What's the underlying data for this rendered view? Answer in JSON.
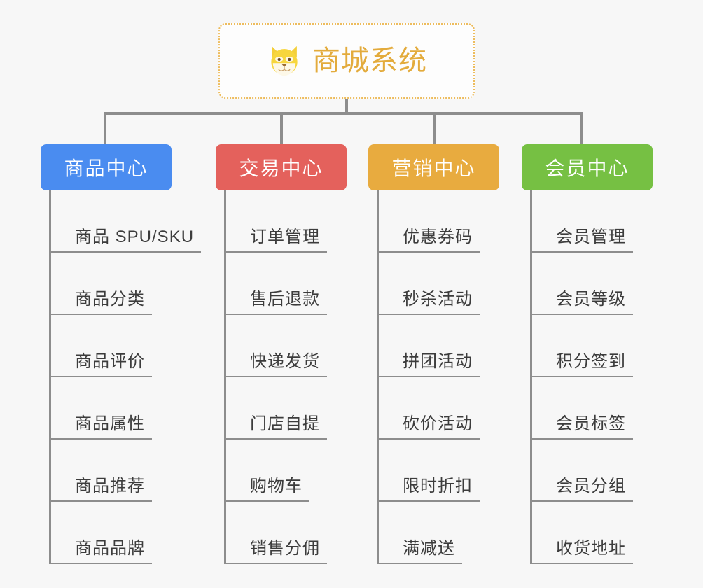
{
  "page": {
    "background_color": "#f7f7f7",
    "line_color": "#8d8d8d"
  },
  "root": {
    "title": "商城系统",
    "icon": "dog-face-emoji",
    "text_color": "#e3ab3c",
    "border_color": "#edbc5d",
    "background_color": "#fdfdfd"
  },
  "columns": [
    {
      "title": "商品中心",
      "color": "#4a8cf0",
      "color_class": "blue",
      "items": [
        "商品 SPU/SKU",
        "商品分类",
        "商品评价",
        "商品属性",
        "商品推荐",
        "商品品牌"
      ]
    },
    {
      "title": "交易中心",
      "color": "#e4615c",
      "color_class": "red",
      "items": [
        "订单管理",
        "售后退款",
        "快递发货",
        "门店自提",
        "购物车",
        "销售分佣"
      ]
    },
    {
      "title": "营销中心",
      "color": "#e8ab3f",
      "color_class": "orange",
      "items": [
        "优惠券码",
        "秒杀活动",
        "拼团活动",
        "砍价活动",
        "限时折扣",
        "满减送"
      ]
    },
    {
      "title": "会员中心",
      "color": "#76c043",
      "color_class": "green",
      "items": [
        "会员管理",
        "会员等级",
        "积分签到",
        "会员标签",
        "会员分组",
        "收货地址"
      ]
    }
  ]
}
